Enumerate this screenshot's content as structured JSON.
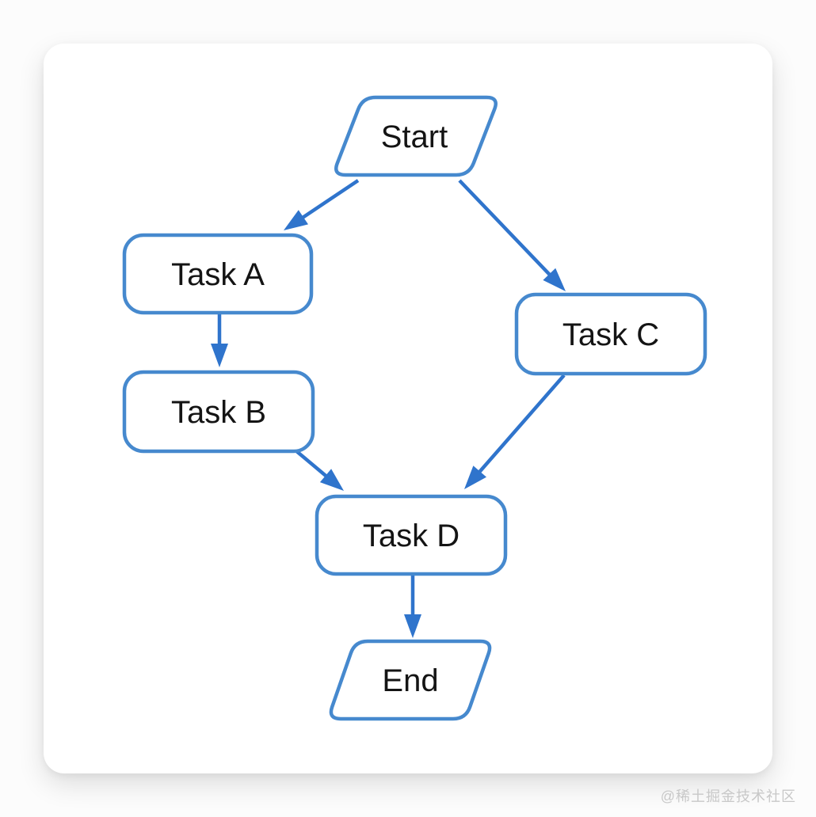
{
  "page": {
    "watermark": "@稀土掘金技术社区"
  },
  "colors": {
    "node_border": "#4689CE",
    "node_fill": "#ffffff",
    "arrow": "#2F74CC",
    "text": "#141414",
    "card_bg": "#ffffff",
    "page_bg": "#fcfcfc",
    "watermark_text": "#c8c8c8"
  },
  "diagram": {
    "type": "flowchart",
    "nodes": {
      "start": {
        "label": "Start",
        "shape": "parallelogram"
      },
      "task_a": {
        "label": "Task A",
        "shape": "process"
      },
      "task_b": {
        "label": "Task B",
        "shape": "process"
      },
      "task_c": {
        "label": "Task C",
        "shape": "process"
      },
      "task_d": {
        "label": "Task D",
        "shape": "process"
      },
      "end": {
        "label": "End",
        "shape": "parallelogram"
      }
    },
    "edges": [
      {
        "from": "start",
        "to": "task_a"
      },
      {
        "from": "start",
        "to": "task_c"
      },
      {
        "from": "task_a",
        "to": "task_b"
      },
      {
        "from": "task_b",
        "to": "task_d"
      },
      {
        "from": "task_c",
        "to": "task_d"
      },
      {
        "from": "task_d",
        "to": "end"
      }
    ]
  }
}
